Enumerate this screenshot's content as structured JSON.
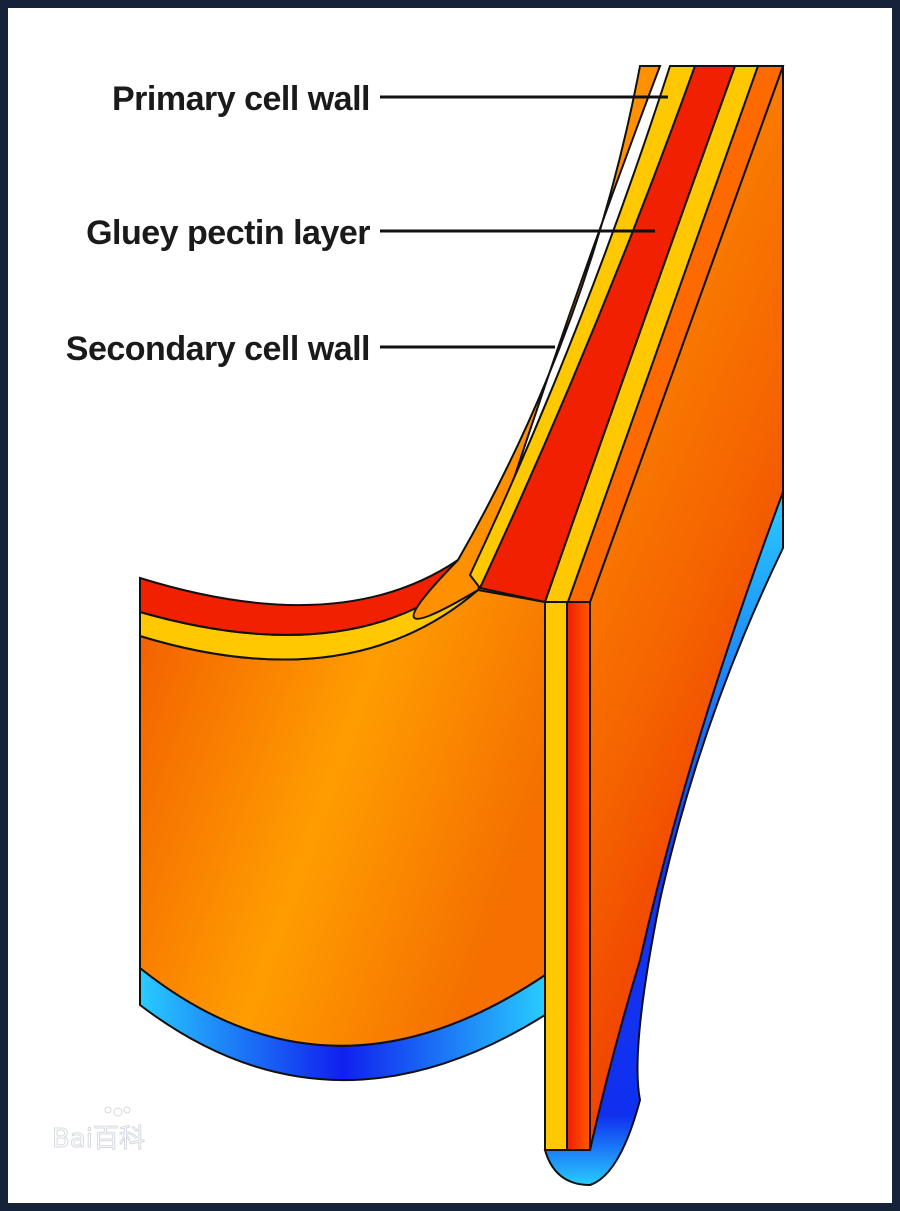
{
  "labels": {
    "primary": "Primary cell wall",
    "pectin": "Gluey pectin layer",
    "secondary": "Secondary cell wall"
  },
  "watermark": "Bai百科",
  "colors": {
    "frame": "#152238",
    "background": "#ffffff",
    "orange": "#ff9a00",
    "dark_orange": "#f05a00",
    "red": "#f02000",
    "yellow": "#ffc800",
    "cyan": "#20c8ff",
    "blue": "#1030f0",
    "outline": "#111111"
  }
}
